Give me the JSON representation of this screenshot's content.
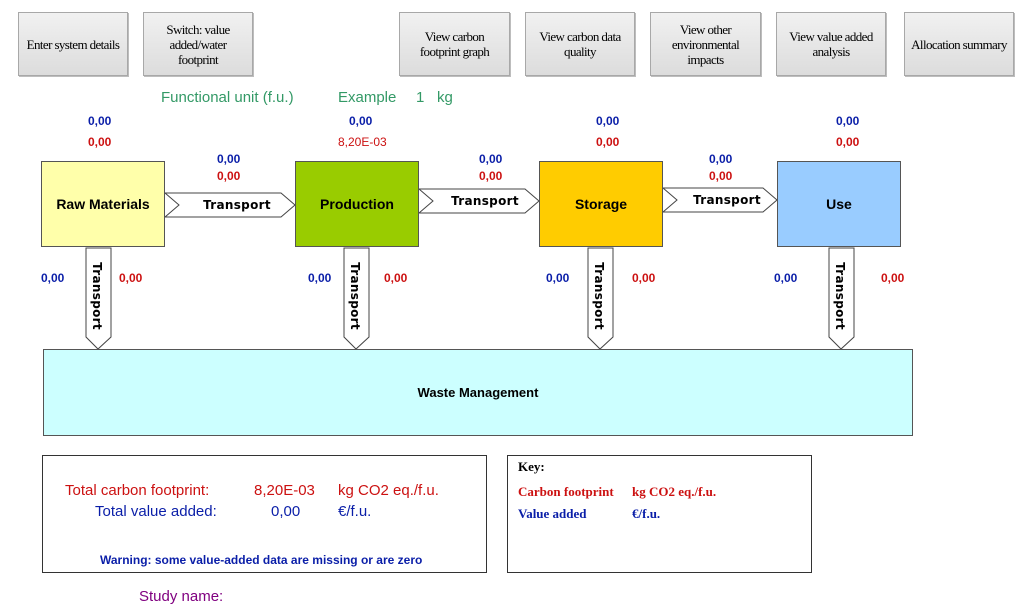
{
  "toolbar": {
    "enter_system": "Enter system details",
    "switch_footprint": "Switch: value added/water footprint",
    "view_carbon_graph": "View carbon footprint graph",
    "view_data_quality": "View carbon data quality",
    "view_other_impacts": "View other environmental impacts",
    "view_value_added": "View value added analysis",
    "allocation_summary": "Allocation summary"
  },
  "functional_unit": {
    "label": "Functional unit (f.u.)",
    "name": "Example",
    "quantity": "1",
    "unit": "kg"
  },
  "stages": [
    {
      "name": "Raw Materials",
      "value_added": "0,00",
      "carbon": "0,00",
      "color": "#ffffaa"
    },
    {
      "name": "Production",
      "value_added": "0,00",
      "carbon": "8,20E-03",
      "color": "#99cc00"
    },
    {
      "name": "Storage",
      "value_added": "0,00",
      "carbon": "0,00",
      "color": "#ffcc00"
    },
    {
      "name": "Use",
      "value_added": "0,00",
      "carbon": "0,00",
      "color": "#99ccff"
    }
  ],
  "transport_label": "Transport",
  "h_transport": [
    {
      "value_added": "0,00",
      "carbon": "0,00"
    },
    {
      "value_added": "0,00",
      "carbon": "0,00"
    },
    {
      "value_added": "0,00",
      "carbon": "0,00"
    }
  ],
  "v_transport": [
    {
      "value_added": "0,00",
      "carbon": "0,00"
    },
    {
      "value_added": "0,00",
      "carbon": "0,00"
    },
    {
      "value_added": "0,00",
      "carbon": "0,00"
    },
    {
      "value_added": "0,00",
      "carbon": "0,00"
    }
  ],
  "waste_label": "Waste Management",
  "totals": {
    "carbon_label": "Total carbon footprint:",
    "carbon_value": "8,20E-03",
    "carbon_unit": "kg CO2 eq./f.u.",
    "value_label": "Total value added:",
    "value_value": "0,00",
    "value_unit": "€/f.u.",
    "warning": "Warning: some value-added data are missing or are zero"
  },
  "key": {
    "title": "Key:",
    "carbon_label": "Carbon footprint",
    "carbon_unit": "kg CO2 eq./f.u.",
    "value_label": "Value added",
    "value_unit": "€/f.u."
  },
  "study": {
    "label": "Study name:",
    "value": ""
  },
  "colors": {
    "carbon": "#cc1111",
    "value_added": "#0a1ea8",
    "functional_unit": "#339966",
    "study": "#800080",
    "waste": "#ccffff"
  }
}
